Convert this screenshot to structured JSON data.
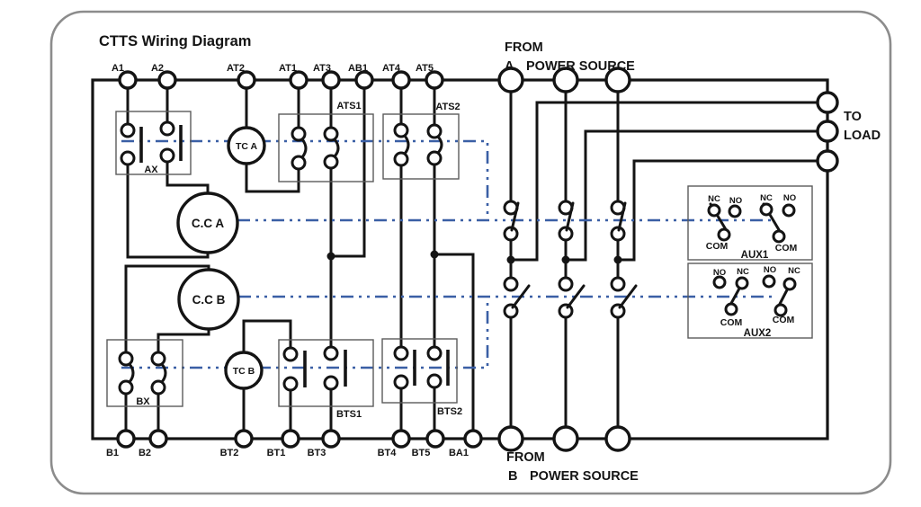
{
  "title": "CTTS Wiring Diagram",
  "colors": {
    "wire": "#141414",
    "blue": "#3a5fa5",
    "box": "#5a5a5a",
    "border": "#8c8c8c",
    "text": "#141414"
  },
  "terminals": {
    "top": [
      "A1",
      "A2",
      "AT2",
      "AT1",
      "AT3",
      "AB1",
      "AT4",
      "AT5"
    ],
    "bottom": [
      "B1",
      "B2",
      "BT2",
      "BT1",
      "BT3",
      "BT4",
      "BT5",
      "BA1"
    ]
  },
  "power": {
    "from_a": [
      "FROM",
      "A",
      "POWER SOURCE"
    ],
    "from_b": [
      "FROM",
      "B",
      "POWER SOURCE"
    ],
    "to_load": [
      "TO",
      "LOAD"
    ]
  },
  "components": {
    "ax": "AX",
    "bx": "BX",
    "tc_a": "TC A",
    "tc_b": "TC B",
    "cc_a": "C.C A",
    "cc_b": "C.C B",
    "ats1": "ATS1",
    "ats2": "ATS2",
    "bts1": "BTS1",
    "bts2": "BTS2",
    "aux1": "AUX1",
    "aux2": "AUX2"
  },
  "aux1": {
    "top_labels": [
      "NC",
      "NO",
      "NC",
      "NO"
    ],
    "com_labels": [
      "COM",
      "COM"
    ]
  },
  "aux2": {
    "top_labels": [
      "NO",
      "NC",
      "NO",
      "NC"
    ],
    "com_labels": [
      "COM",
      "COM"
    ]
  }
}
